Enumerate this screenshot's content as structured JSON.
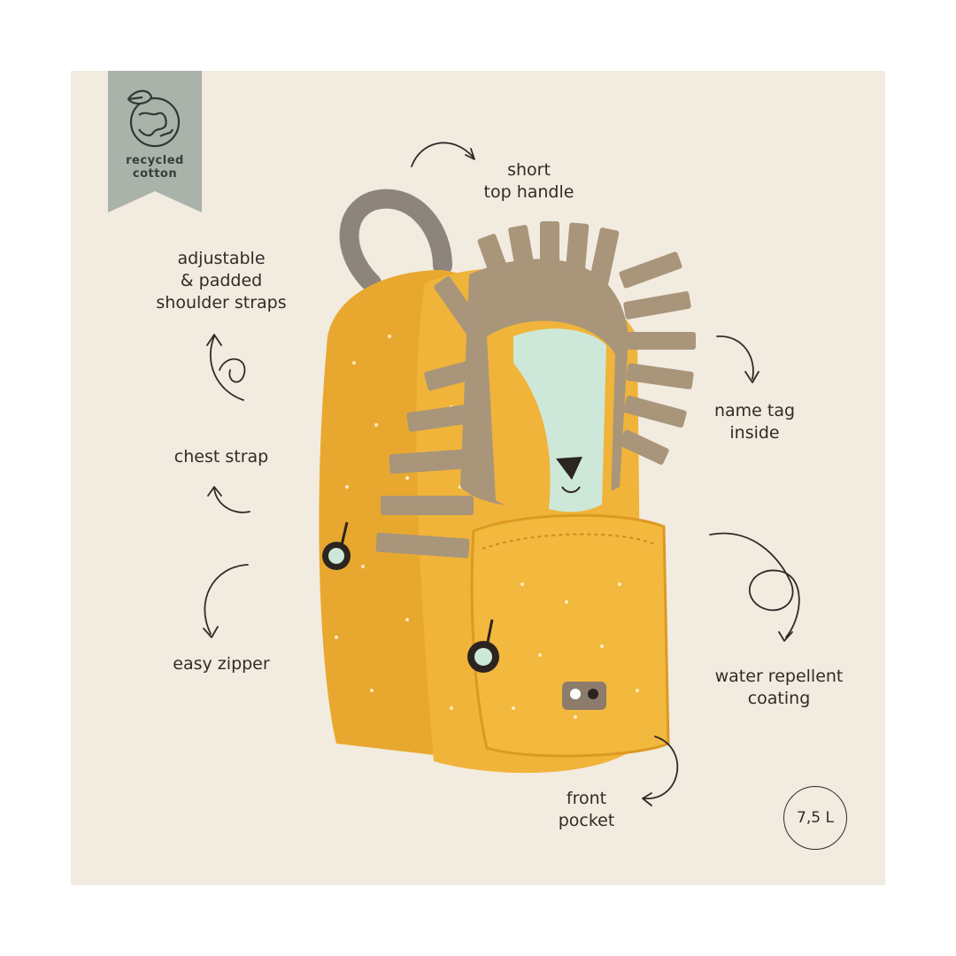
{
  "badge": {
    "text": "recycled\ncotton",
    "icon": "leaf-globe-icon",
    "color": "#a9b3a9"
  },
  "features": {
    "top_handle": "short\ntop handle",
    "shoulder_straps": "adjustable\n& padded\nshoulder straps",
    "chest_strap": "chest strap",
    "easy_zipper": "easy zipper",
    "name_tag": "name tag\ninside",
    "water_repellent": "water repellent\ncoating",
    "front_pocket": "front\npocket"
  },
  "volume": "7,5 L",
  "colors": {
    "background": "#f2ebe0",
    "backpack": "#f0b43a",
    "mane": "#a8957a",
    "face": "#cde8d8",
    "text": "#2f2b28"
  }
}
